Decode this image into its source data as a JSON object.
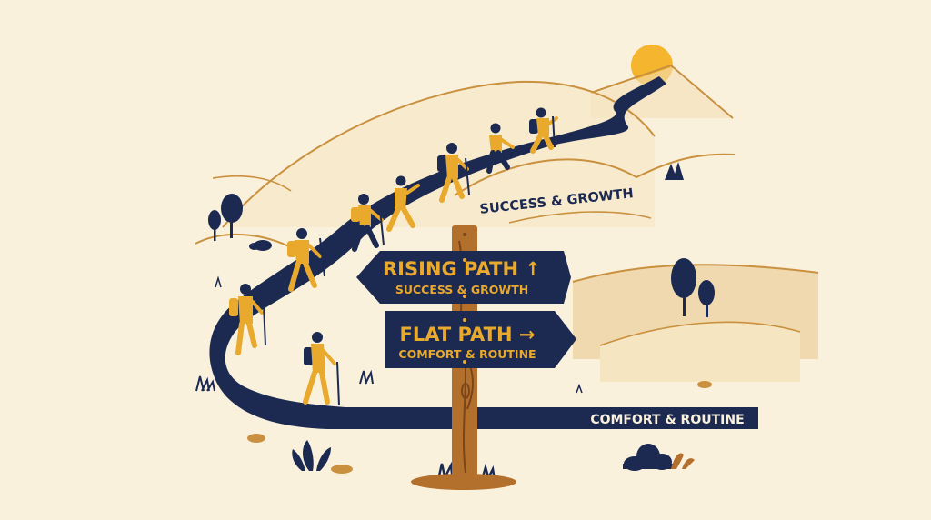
{
  "colors": {
    "background": "#faf1dc",
    "navy": "#1c2a52",
    "gold": "#e8a92c",
    "wood": "#b3702d",
    "hill": "#f0d9ae",
    "hill_line": "#c9913f",
    "sun": "#f5b52e"
  },
  "signpost": {
    "upper_sign": {
      "title": "RISING PATH",
      "title_arrow": "↑",
      "subtitle": "SUCCESS & GROWTH"
    },
    "lower_sign": {
      "title": "FLAT PATH",
      "title_arrow": "→",
      "subtitle": "COMFORT & ROUTINE"
    }
  },
  "labels": {
    "upper_path_label": "SUCCESS & GROWTH",
    "flat_path_label": "COMFORT & ROUTINE"
  },
  "icons": [
    "sun-icon",
    "tree-icon",
    "hiker-icon",
    "bush-icon",
    "signpost-icon"
  ]
}
